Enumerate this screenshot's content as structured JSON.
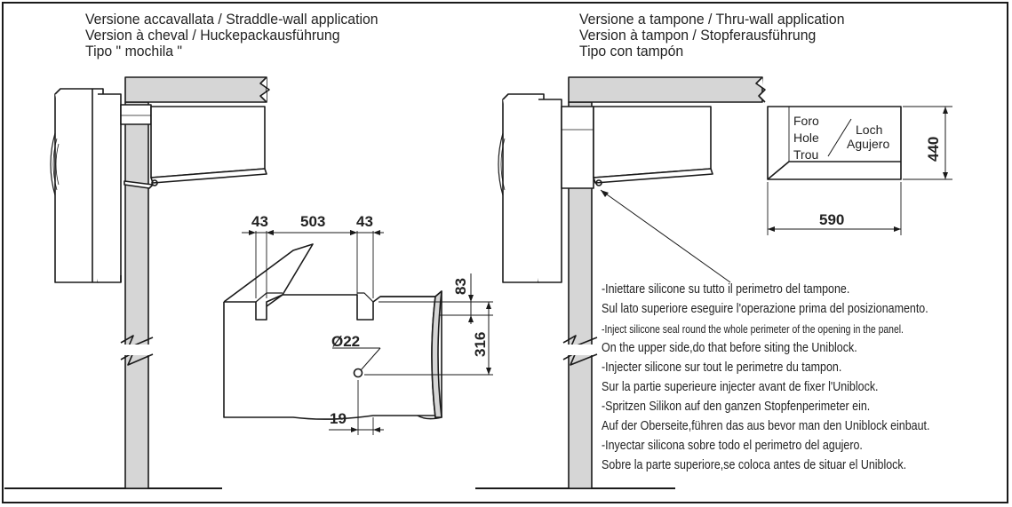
{
  "left_header": [
    "Versione accavallata / Straddle-wall application",
    "Version à cheval / Huckepackausführung",
    "Tipo \" mochila \""
  ],
  "right_header": [
    "Versione a tampone / Thru-wall application",
    "Version à tampon / Stopferausführung",
    "Tipo con tampón"
  ],
  "cutout_dimensions": {
    "left_margin": "43",
    "width": "503",
    "right_margin": "43",
    "top_offset": "83",
    "height": "316",
    "hole_diameter": "Ø22",
    "hole_offset": "19"
  },
  "hole_box": {
    "label_left": [
      "Foro",
      "Hole",
      "Trou"
    ],
    "label_right": [
      "Loch",
      "Agujero"
    ],
    "height": "440",
    "width": "590"
  },
  "instructions": [
    "-Iniettare silicone su tutto il perimetro del tampone.",
    "Sul lato superiore eseguire l'operazione prima del posizionamento.",
    "-Inject silicone seal round the whole perimeter of the opening in the panel.",
    "On the upper side,do that before siting the Uniblock.",
    "-Injecter silicone sur tout le perimetre du tampon.",
    "Sur la partie superieure injecter avant de fixer l'Uniblock.",
    "-Spritzen Silikon auf den ganzen Stopfenperimeter ein.",
    "Auf der Oberseite,führen das aus bevor man den Uniblock einbaut.",
    "-Inyectar silicona sobre todo el perimetro del agujero.",
    "Sobre la parte superiore,se coloca antes de situar el Uniblock."
  ],
  "colors": {
    "line": "#1a1a1a",
    "wall_fill": "#d6d6d6",
    "paper": "#ffffff"
  }
}
